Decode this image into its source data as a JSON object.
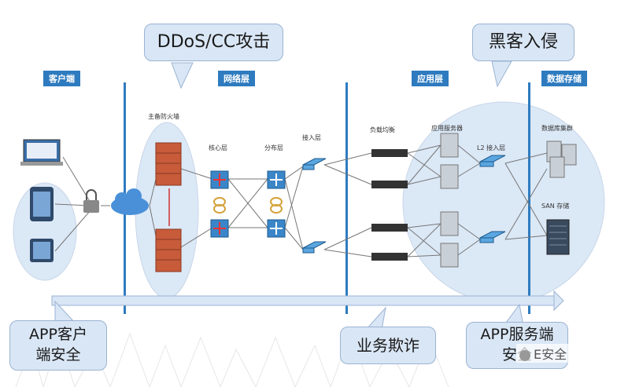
{
  "zones": {
    "client": "客户端",
    "network": "网络层",
    "application": "应用层",
    "storage": "数据存储"
  },
  "labels": {
    "main_firewall": "主备防火墙",
    "core_layer": "核心层",
    "distribution_layer": "分布层",
    "access_layer": "接入层",
    "load_balancer": "负载均衡",
    "app_server": "应用服务器",
    "l2_access": "L2 接入层",
    "db_cluster": "数据库集群",
    "san_storage": "SAN 存储"
  },
  "callouts": {
    "ddos": "DDoS/CC攻击",
    "hacker": "黑客入侵",
    "app_client_security": "APP客户\n端安全",
    "business_fraud": "业务欺诈",
    "app_server_security": "APP服务端\n安全"
  },
  "watermark": "E安全",
  "colors": {
    "zone_blue": "#2e7bbf",
    "bubble_fill": "#d9e6f5",
    "ellipse_fill": "#dbe8f6"
  }
}
